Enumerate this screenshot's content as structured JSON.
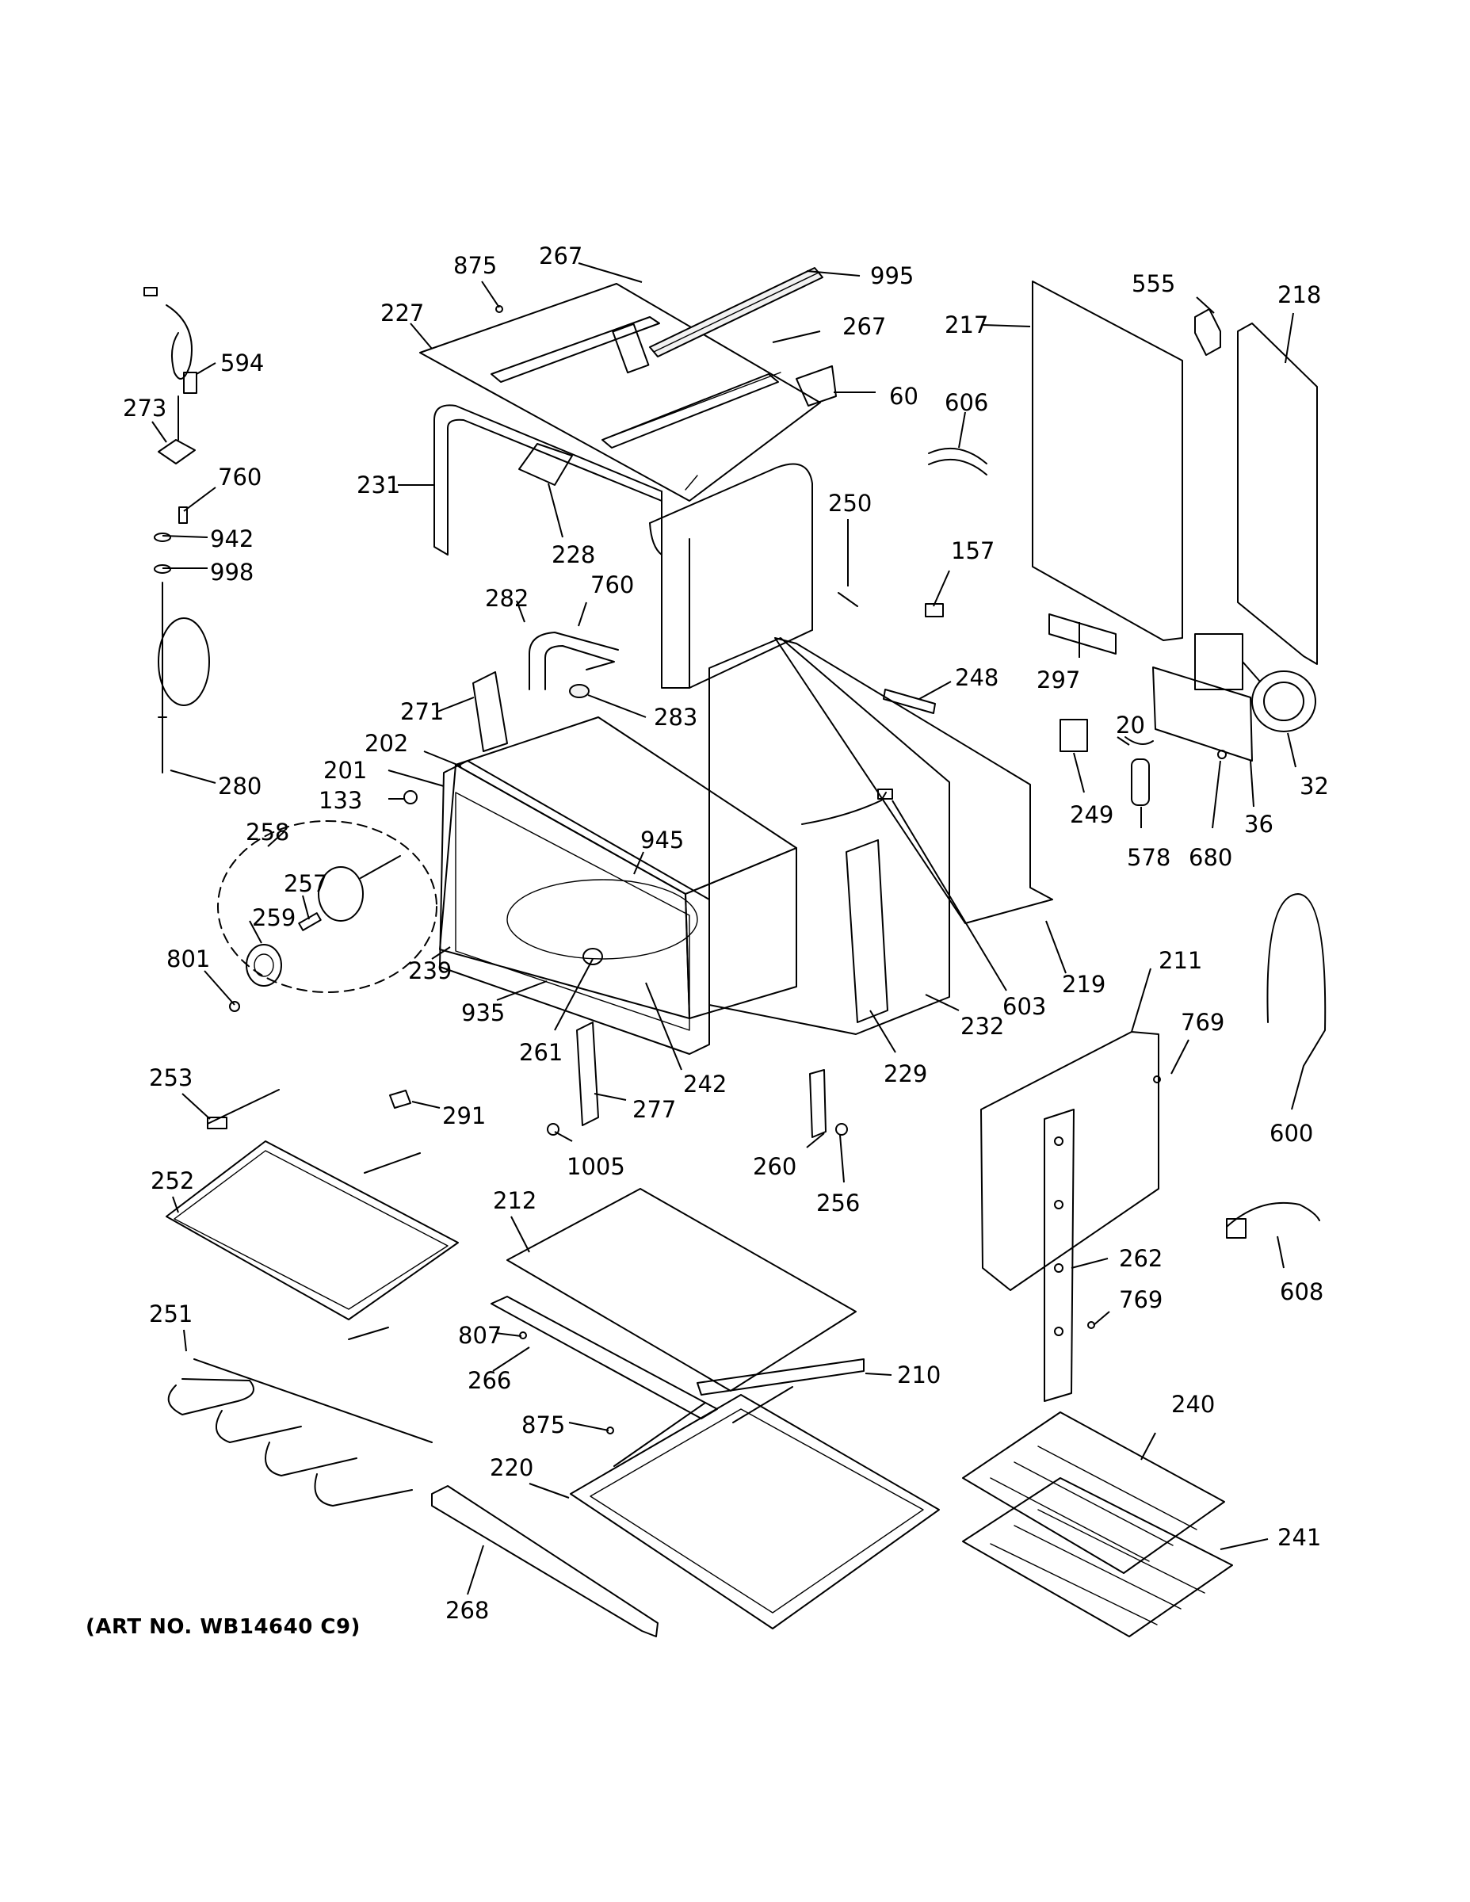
{
  "art_number": "(ART NO. WB14640 C9)",
  "callouts": [
    {
      "id": "875a",
      "text": "875"
    },
    {
      "id": "267a",
      "text": "267"
    },
    {
      "id": "995",
      "text": "995"
    },
    {
      "id": "227",
      "text": "227"
    },
    {
      "id": "267b",
      "text": "267"
    },
    {
      "id": "60",
      "text": "60"
    },
    {
      "id": "231",
      "text": "231"
    },
    {
      "id": "228",
      "text": "228"
    },
    {
      "id": "555",
      "text": "555"
    },
    {
      "id": "218",
      "text": "218"
    },
    {
      "id": "217",
      "text": "217"
    },
    {
      "id": "606",
      "text": "606"
    },
    {
      "id": "250",
      "text": "250"
    },
    {
      "id": "157",
      "text": "157"
    },
    {
      "id": "594",
      "text": "594"
    },
    {
      "id": "273",
      "text": "273"
    },
    {
      "id": "760a",
      "text": "760"
    },
    {
      "id": "942",
      "text": "942"
    },
    {
      "id": "998",
      "text": "998"
    },
    {
      "id": "280",
      "text": "280"
    },
    {
      "id": "282",
      "text": "282"
    },
    {
      "id": "760b",
      "text": "760"
    },
    {
      "id": "283",
      "text": "283"
    },
    {
      "id": "271",
      "text": "271"
    },
    {
      "id": "202",
      "text": "202"
    },
    {
      "id": "201",
      "text": "201"
    },
    {
      "id": "133",
      "text": "133"
    },
    {
      "id": "248",
      "text": "248"
    },
    {
      "id": "297",
      "text": "297"
    },
    {
      "id": "20",
      "text": "20"
    },
    {
      "id": "249",
      "text": "249"
    },
    {
      "id": "578",
      "text": "578"
    },
    {
      "id": "680",
      "text": "680"
    },
    {
      "id": "36",
      "text": "36"
    },
    {
      "id": "32",
      "text": "32"
    },
    {
      "id": "258",
      "text": "258"
    },
    {
      "id": "257",
      "text": "257"
    },
    {
      "id": "259",
      "text": "259"
    },
    {
      "id": "801",
      "text": "801"
    },
    {
      "id": "239",
      "text": "239"
    },
    {
      "id": "945",
      "text": "945"
    },
    {
      "id": "935",
      "text": "935"
    },
    {
      "id": "261",
      "text": "261"
    },
    {
      "id": "242",
      "text": "242"
    },
    {
      "id": "229",
      "text": "229"
    },
    {
      "id": "603",
      "text": "603"
    },
    {
      "id": "219",
      "text": "219"
    },
    {
      "id": "232",
      "text": "232"
    },
    {
      "id": "211",
      "text": "211"
    },
    {
      "id": "769a",
      "text": "769"
    },
    {
      "id": "600",
      "text": "600"
    },
    {
      "id": "253",
      "text": "253"
    },
    {
      "id": "291",
      "text": "291"
    },
    {
      "id": "277",
      "text": "277"
    },
    {
      "id": "1005",
      "text": "1005"
    },
    {
      "id": "260",
      "text": "260"
    },
    {
      "id": "256",
      "text": "256"
    },
    {
      "id": "252",
      "text": "252"
    },
    {
      "id": "212",
      "text": "212"
    },
    {
      "id": "608",
      "text": "608"
    },
    {
      "id": "262",
      "text": "262"
    },
    {
      "id": "769b",
      "text": "769"
    },
    {
      "id": "251",
      "text": "251"
    },
    {
      "id": "807",
      "text": "807"
    },
    {
      "id": "266",
      "text": "266"
    },
    {
      "id": "210",
      "text": "210"
    },
    {
      "id": "875b",
      "text": "875"
    },
    {
      "id": "220",
      "text": "220"
    },
    {
      "id": "240",
      "text": "240"
    },
    {
      "id": "241",
      "text": "241"
    },
    {
      "id": "268",
      "text": "268"
    }
  ]
}
